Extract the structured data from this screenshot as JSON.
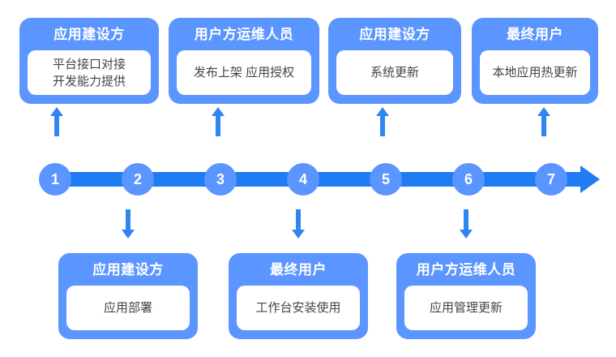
{
  "diagram": {
    "type": "process-timeline",
    "colors": {
      "card_background": "#5b95ff",
      "card_inner_background": "#ffffff",
      "card_title_text": "#ffffff",
      "card_body_text": "#444444",
      "track": "#1f7cf2",
      "step_circle": "#5b95ff",
      "step_number_text": "#ffffff",
      "connector_arrow": "#2f86f0",
      "page_background": "#ffffff"
    },
    "top_cards": [
      {
        "title": "应用建设方",
        "body": "平台接口对接\n开发能力提供"
      },
      {
        "title": "用户方运维人员",
        "body": "发布上架 应用授权"
      },
      {
        "title": "应用建设方",
        "body": "系统更新"
      },
      {
        "title": "最终用户",
        "body": "本地应用热更新"
      }
    ],
    "bottom_cards": [
      {
        "title": "应用建设方",
        "body": "应用部署"
      },
      {
        "title": "最终用户",
        "body": "工作台安装使用"
      },
      {
        "title": "用户方运维人员",
        "body": "应用管理更新"
      }
    ],
    "timeline": {
      "steps": [
        "1",
        "2",
        "3",
        "4",
        "5",
        "6",
        "7"
      ],
      "has_end_arrow": true,
      "end_arrow_direction": "right"
    },
    "connectors": {
      "up_arrows": 4,
      "down_arrows": 3
    }
  }
}
